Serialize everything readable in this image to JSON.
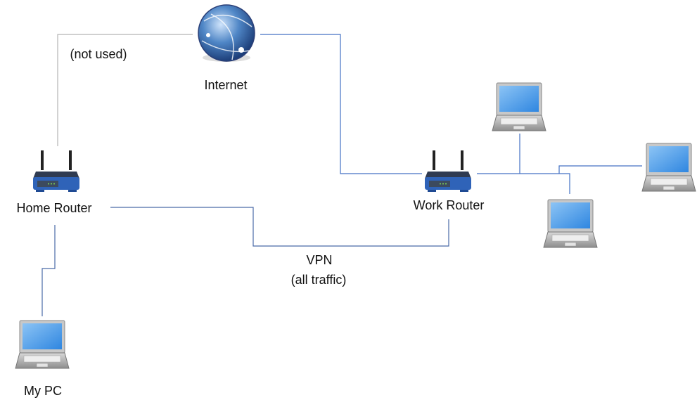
{
  "nodes": {
    "internet": {
      "label": "Internet",
      "icon": "globe-icon"
    },
    "home_router": {
      "label": "Home Router",
      "icon": "router-icon"
    },
    "work_router": {
      "label": "Work Router",
      "icon": "router-icon"
    },
    "my_pc": {
      "label": "My PC",
      "icon": "laptop-icon"
    },
    "work_laptops": [
      {
        "icon": "laptop-icon"
      },
      {
        "icon": "laptop-icon"
      },
      {
        "icon": "laptop-icon"
      }
    ]
  },
  "edges": {
    "not_used": {
      "label": "(not used)",
      "color": "#b4b4b4"
    },
    "vpn": {
      "label_line1": "VPN",
      "label_line2": "(all traffic)",
      "color": "#4a6aa8"
    },
    "link_color": "#4472c4"
  }
}
